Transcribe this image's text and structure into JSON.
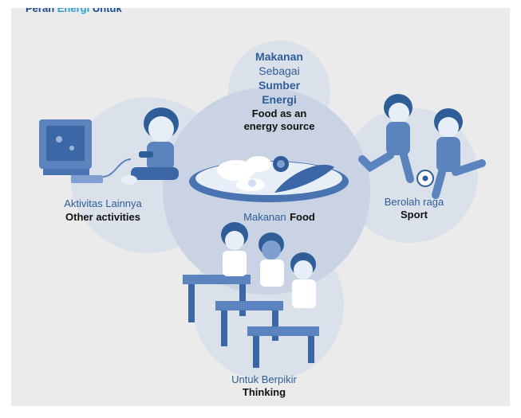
{
  "header": {
    "cut_title_a": "Peran",
    "cut_title_b": "Energi",
    "cut_title_c": "Untuk"
  },
  "center": {
    "id_line1": "Makanan",
    "id_line2": "Sebagai",
    "id_line3": "Sumber",
    "id_line4": "Energi",
    "en_line1": "Food as an",
    "en_line2": "energy source"
  },
  "food": {
    "id": "Makanan",
    "en": "Food"
  },
  "left": {
    "id": "Aktivitas Lainnya",
    "en": "Other activities"
  },
  "right": {
    "id": "Berolah raga",
    "en": "Sport"
  },
  "bottom": {
    "id": "Untuk Berpikir",
    "en": "Thinking"
  },
  "colors": {
    "frame": "#ebebeb",
    "bubble": "#dbe1ea",
    "center_bubble": "#c9d3e3",
    "ink": "#2e5d98",
    "figure": "#5b84bf"
  }
}
